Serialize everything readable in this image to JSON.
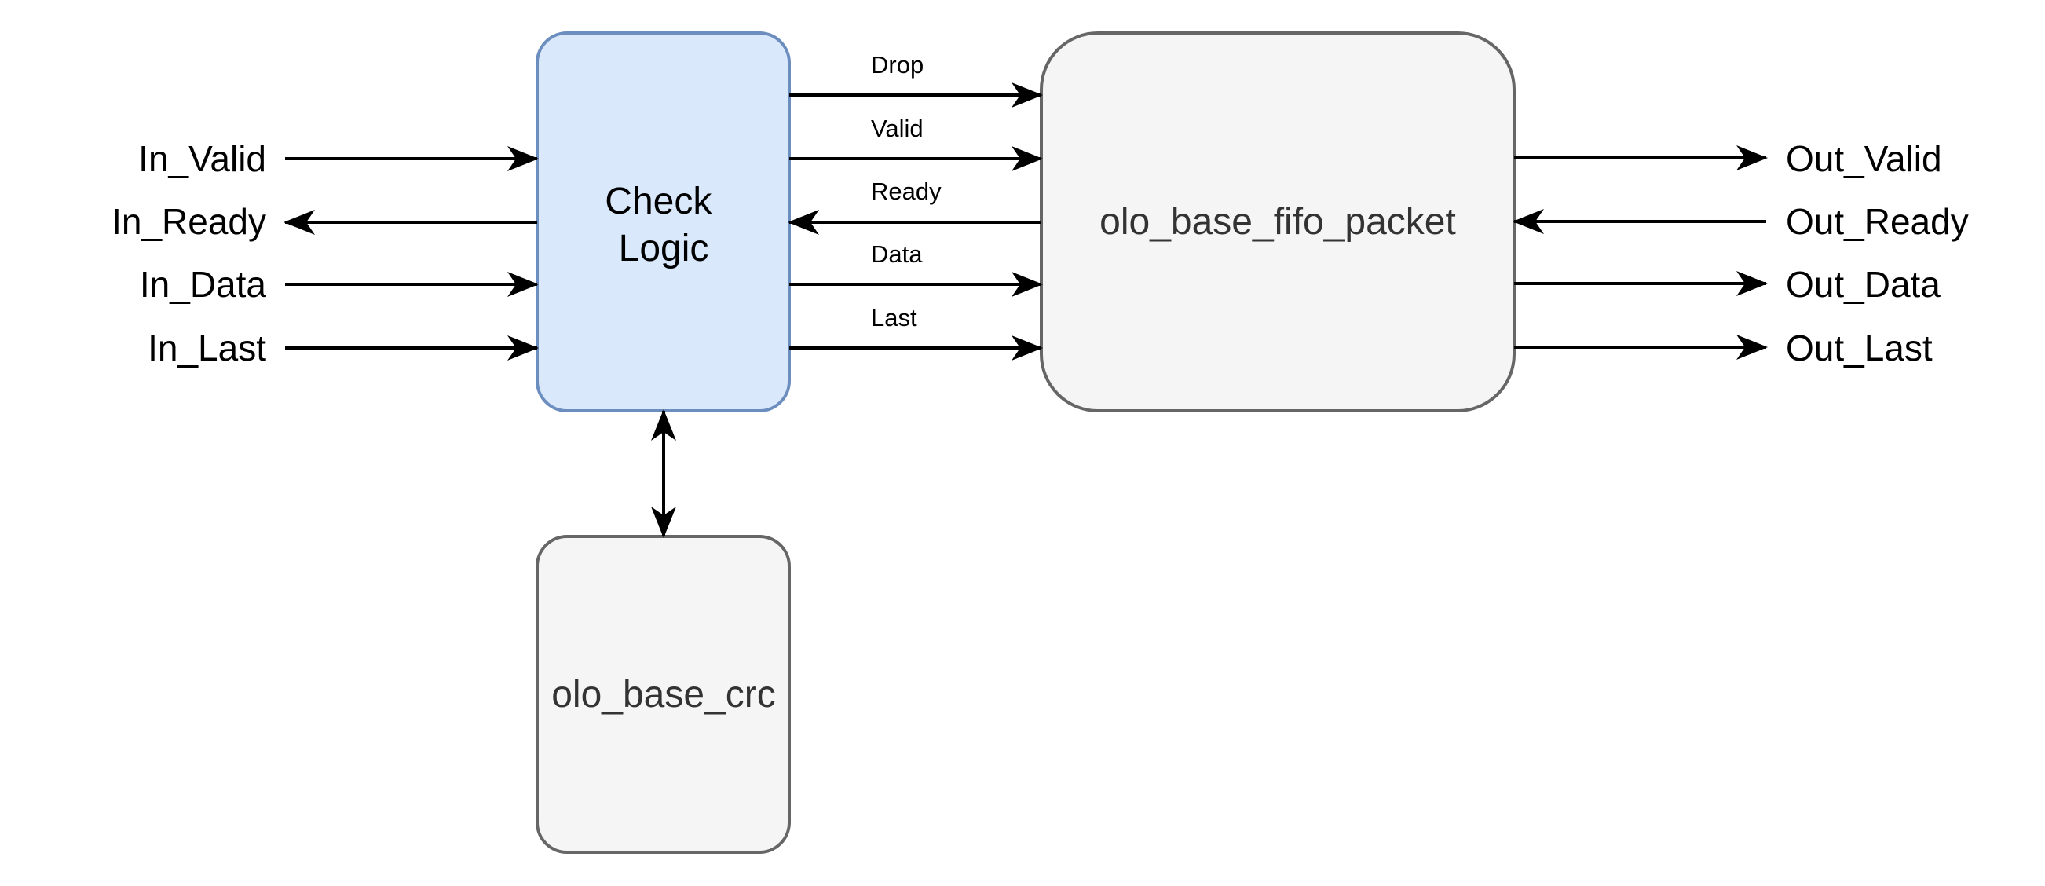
{
  "blocks": {
    "check_logic": {
      "line1": "Check",
      "line2": "Logic",
      "fill": "#dae8fc",
      "stroke": "#6c8ebf"
    },
    "fifo": {
      "label": "olo_base_fifo_packet",
      "fill": "#f5f5f5",
      "stroke": "#666666"
    },
    "crc": {
      "label": "olo_base_crc",
      "fill": "#f5f5f5",
      "stroke": "#666666"
    }
  },
  "inputs": {
    "valid": "In_Valid",
    "ready": "In_Ready",
    "data": "In_Data",
    "last": "In_Last"
  },
  "internal": {
    "drop": "Drop",
    "valid": "Valid",
    "ready": "Ready",
    "data": "Data",
    "last": "Last"
  },
  "outputs": {
    "valid": "Out_Valid",
    "ready": "Out_Ready",
    "data": "Out_Data",
    "last": "Out_Last"
  }
}
